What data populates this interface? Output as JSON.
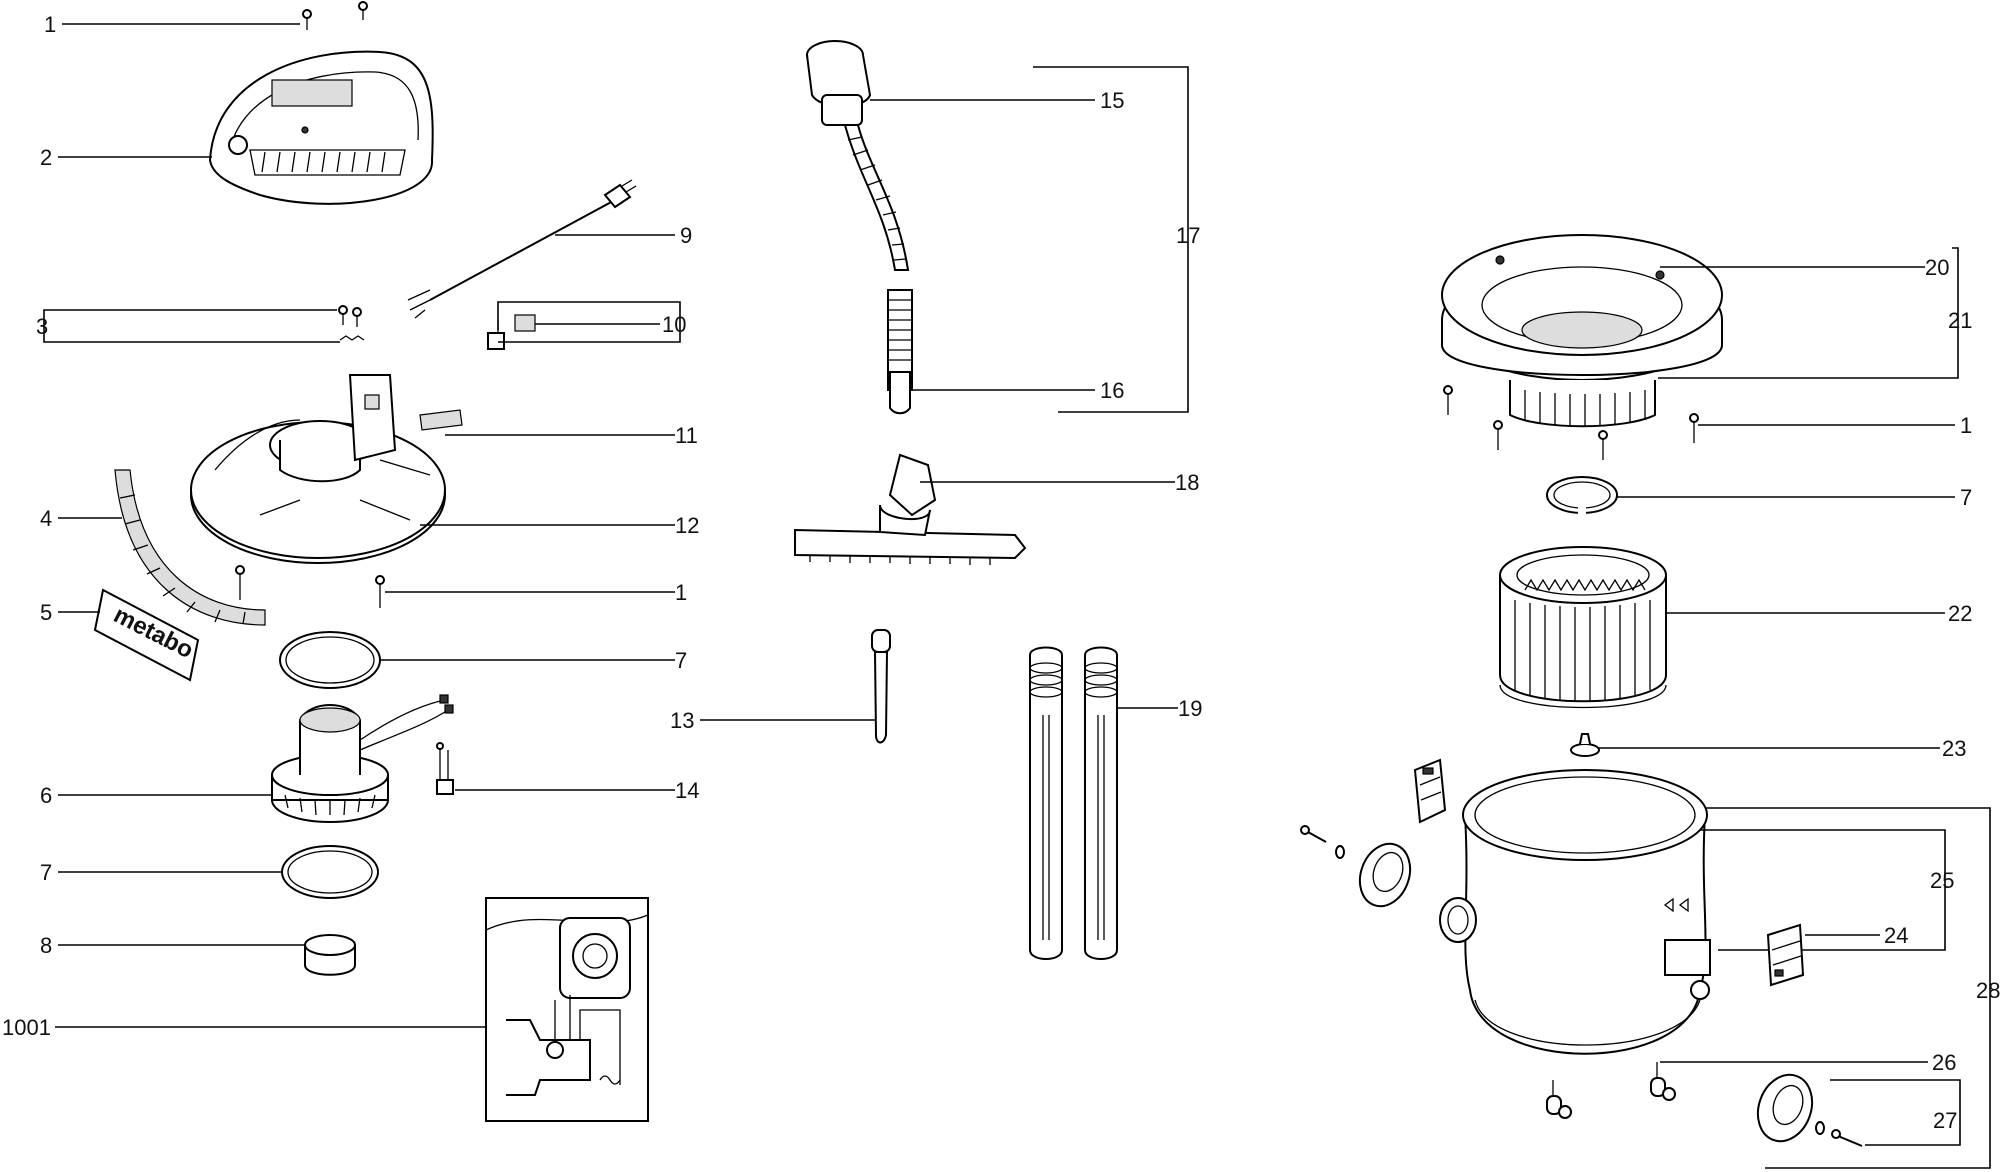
{
  "labels": {
    "l1a": "1",
    "l2": "2",
    "l3": "3",
    "l4": "4",
    "l5": "5",
    "l6": "6",
    "l7a": "7",
    "l7b": "7",
    "l8": "8",
    "l1001": "1001",
    "l9": "9",
    "l10": "10",
    "l11": "11",
    "l12": "12",
    "l1b": "1",
    "l13": "13",
    "l14": "14",
    "l15": "15",
    "l16": "16",
    "l17": "17",
    "l18": "18",
    "l19": "19",
    "l20": "20",
    "l21": "21",
    "l1c": "1",
    "l7c": "7",
    "l22": "22",
    "l23": "23",
    "l25": "25",
    "l24": "24",
    "l28": "28",
    "l26": "26",
    "l27": "27"
  },
  "brand_text": "metabo"
}
